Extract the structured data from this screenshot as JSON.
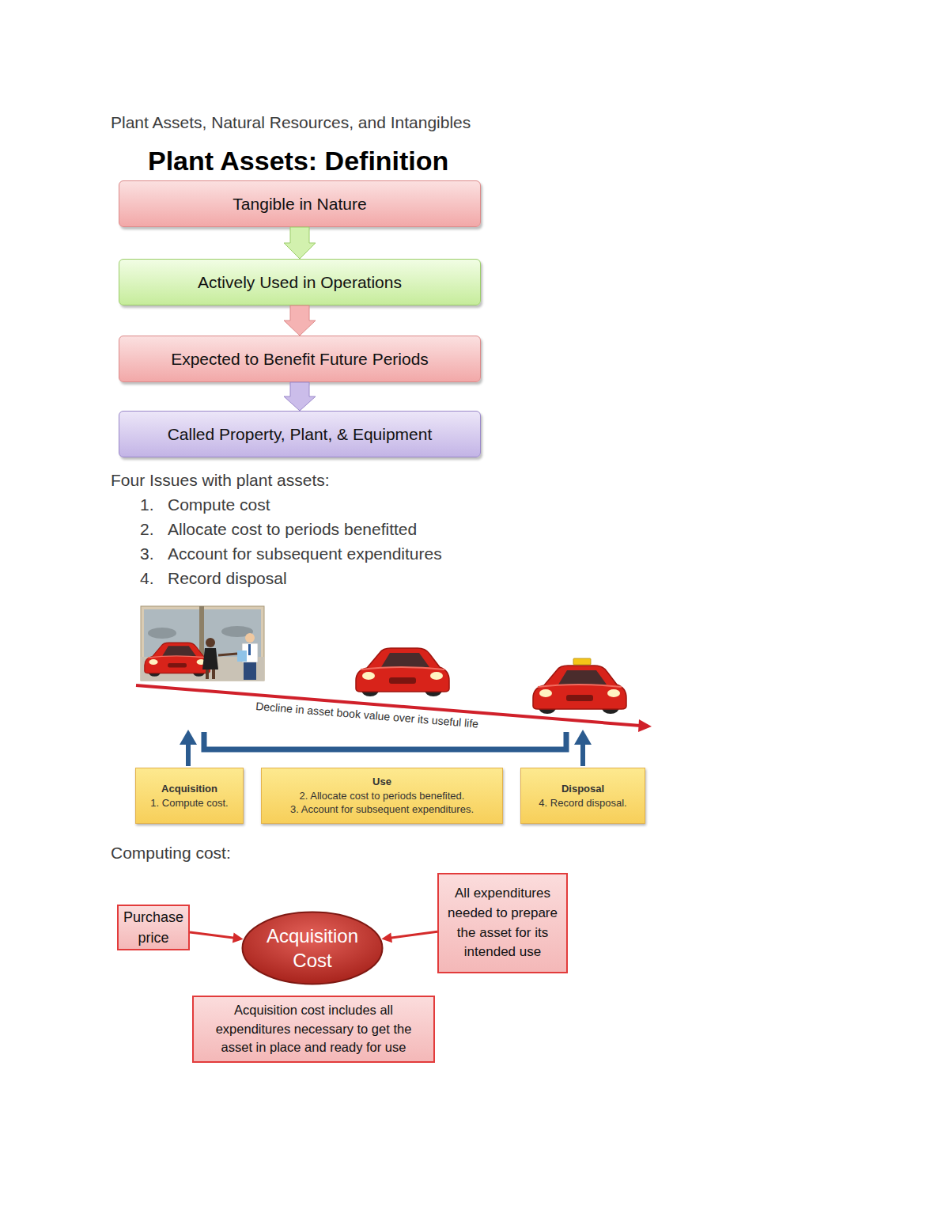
{
  "diagram": {
    "title": "Plant Assets, Natural Resources, and Intangibles",
    "nodes": [
      {
        "text": [
          "Tangible in Nature"
        ]
      },
      {
        "text": [
          "Actively Used in Operations"
        ]
      },
      {
        "text": [
          "Expected to Benefit Future Periods"
        ]
      },
      {
        "text": [
          "Called Property, Plant, & Equipment"
        ]
      },
      {
        "text": [
          "Acquisition",
          "1. Compute cost."
        ]
      },
      {
        "text": [
          "Use",
          "2. Allocate cost to periods benefited.",
          "3. Account for subsequent expenditures."
        ]
      },
      {
        "text": [
          "Disposal",
          "4. Record disposal."
        ]
      },
      {
        "text": [
          "Purchase price"
        ]
      },
      {
        "text": [
          "Acquisition Cost"
        ]
      },
      {
        "text": [
          "All expenditures needed to prepare the asset for its intended use"
        ]
      },
      {
        "text": [
          "Acquisition cost includes all expenditures necessary to get the asset in place and ready for use"
        ]
      }
    ],
    "edges": [
      {
        "from": 0,
        "to": 1,
        "arrow": "to"
      },
      {
        "from": 1,
        "to": 2,
        "arrow": "to"
      },
      {
        "from": 2,
        "to": 3,
        "arrow": "to"
      },
      {
        "from": 7,
        "to": 8,
        "arrow": "to"
      },
      {
        "from": 9,
        "to": 8,
        "arrow": "to"
      }
    ],
    "labels": [
      "Plant Assets: Definition",
      "Four Issues with plant assets:",
      "1.",
      "Compute cost",
      "2.",
      "Allocate cost to periods benefitted",
      "3.",
      "Account for subsequent expenditures",
      "4.",
      "Record disposal",
      "Decline in asset book value over its useful life",
      "Computing cost:"
    ]
  }
}
